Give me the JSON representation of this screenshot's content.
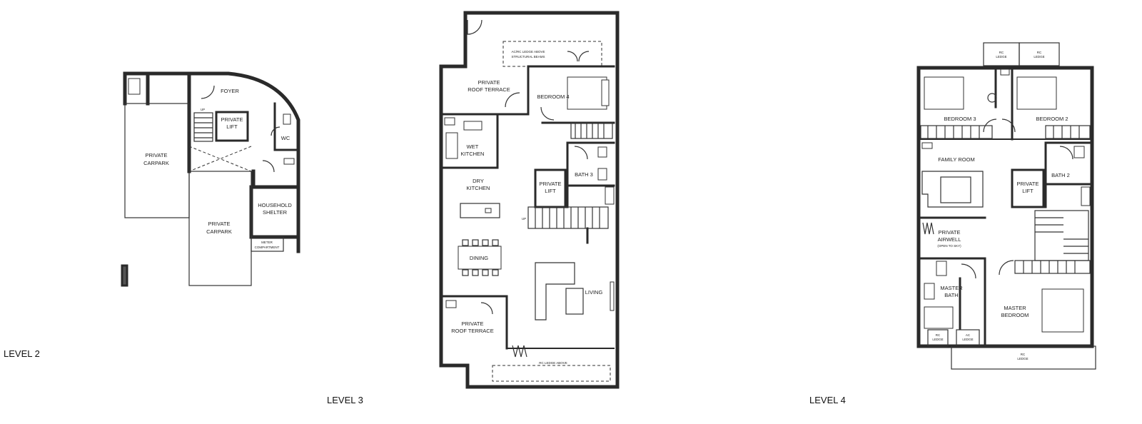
{
  "levels": {
    "level2": {
      "title": "LEVEL 2",
      "rooms": {
        "foyer": "FOYER",
        "private_lift_1": "PRIVATE",
        "private_lift_2": "LIFT",
        "wc": "WC",
        "carpark1_1": "PRIVATE",
        "carpark1_2": "CARPARK",
        "carpark2_1": "PRIVATE",
        "carpark2_2": "CARPARK",
        "shelter_1": "HOUSEHOLD",
        "shelter_2": "SHELTER",
        "meter_1": "METER",
        "meter_2": "COMPARTMENT",
        "up": "UP"
      }
    },
    "level3": {
      "title": "LEVEL 3",
      "rooms": {
        "ledge_note_1": "AC/RC LEDGE ABOVE",
        "ledge_note_2": "STRUCTURAL BEAMS",
        "roof_terrace_top_1": "PRIVATE",
        "roof_terrace_top_2": "ROOF TERRACE",
        "bedroom4": "BEDROOM 4",
        "wet_kitchen_1": "WET",
        "wet_kitchen_2": "KITCHEN",
        "dry_kitchen_1": "DRY",
        "dry_kitchen_2": "KITCHEN",
        "private_lift_1": "PRIVATE",
        "private_lift_2": "LIFT",
        "bath3": "BATH 3",
        "up": "UP",
        "dining": "DINING",
        "living": "LIVING",
        "roof_terrace_bottom_1": "PRIVATE",
        "roof_terrace_bottom_2": "ROOF TERRACE",
        "rc_ledge_above": "RC LEDGE ABOVE"
      }
    },
    "level4": {
      "title": "LEVEL 4",
      "rooms": {
        "rc_ledge_top_1a": "RC",
        "rc_ledge_top_1b": "LEDGE",
        "rc_ledge_top_2a": "RC",
        "rc_ledge_top_2b": "LEDGE",
        "bedroom3": "BEDROOM 3",
        "bedroom2": "BEDROOM 2",
        "family_room": "FAMILY ROOM",
        "private_lift_1": "PRIVATE",
        "private_lift_2": "LIFT",
        "bath2": "BATH 2",
        "airwell_1": "PRIVATE",
        "airwell_2": "AIRWELL",
        "airwell_3": "(OPEN TO SKY)",
        "master_bath_1": "MASTER",
        "master_bath_2": "BATH",
        "master_bedroom_1": "MASTER",
        "master_bedroom_2": "BEDROOM",
        "rc_ledge_b1a": "RC",
        "rc_ledge_b1b": "LEDGE",
        "rc_ledge_b2a": "AC",
        "rc_ledge_b2b": "LEDGE",
        "rc_ledge_b3a": "RC",
        "rc_ledge_b3b": "LEDGE"
      }
    }
  }
}
